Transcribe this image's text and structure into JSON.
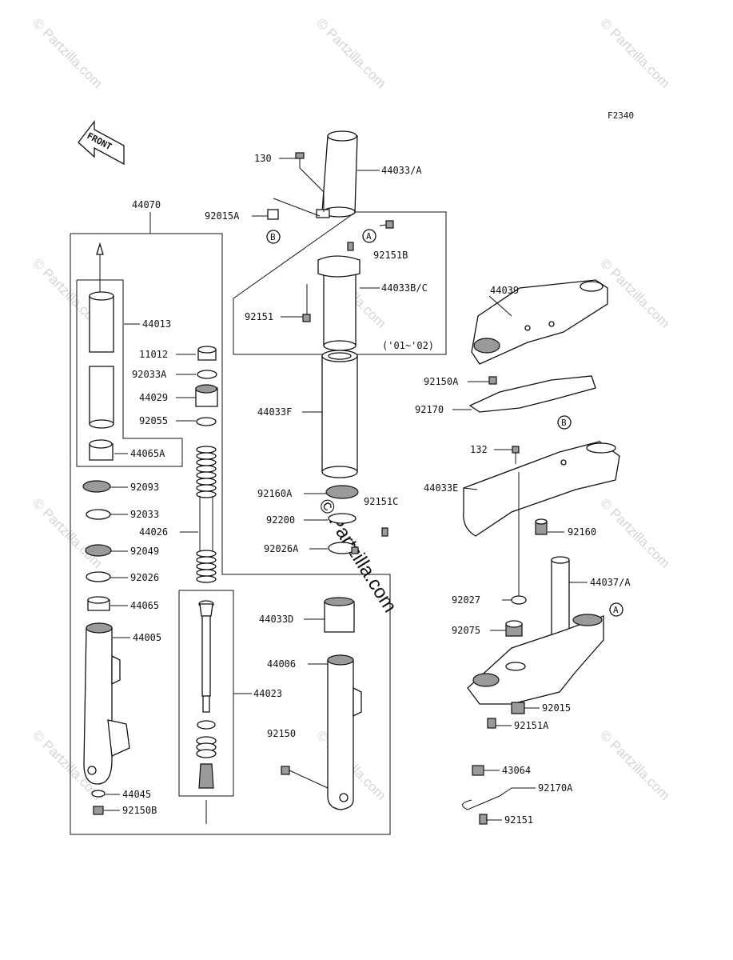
{
  "diagram": {
    "code": "F2340",
    "front_label": "FRONT",
    "watermark": "© Partzilla.com",
    "watermark_center": "© Partzilla.com",
    "year_note": "('01~'02)",
    "callouts": [
      "A",
      "B"
    ],
    "labels": [
      "130",
      "44033/A",
      "92015A",
      "92151B",
      "44033B/C",
      "92151",
      "44070",
      "44013",
      "11012",
      "92033A",
      "44029",
      "92055",
      "44065A",
      "44033F",
      "92160A",
      "92200",
      "92026A",
      "92151C",
      "92093",
      "92033",
      "44026",
      "92049",
      "92026",
      "44065",
      "44005",
      "44033D",
      "44006",
      "44023",
      "92150",
      "44045",
      "92150B",
      "44039",
      "92150A",
      "92170",
      "132",
      "44033E",
      "92160",
      "44037/A",
      "92027",
      "92075",
      "92015",
      "92151A",
      "43064",
      "92170A",
      "92151"
    ]
  }
}
